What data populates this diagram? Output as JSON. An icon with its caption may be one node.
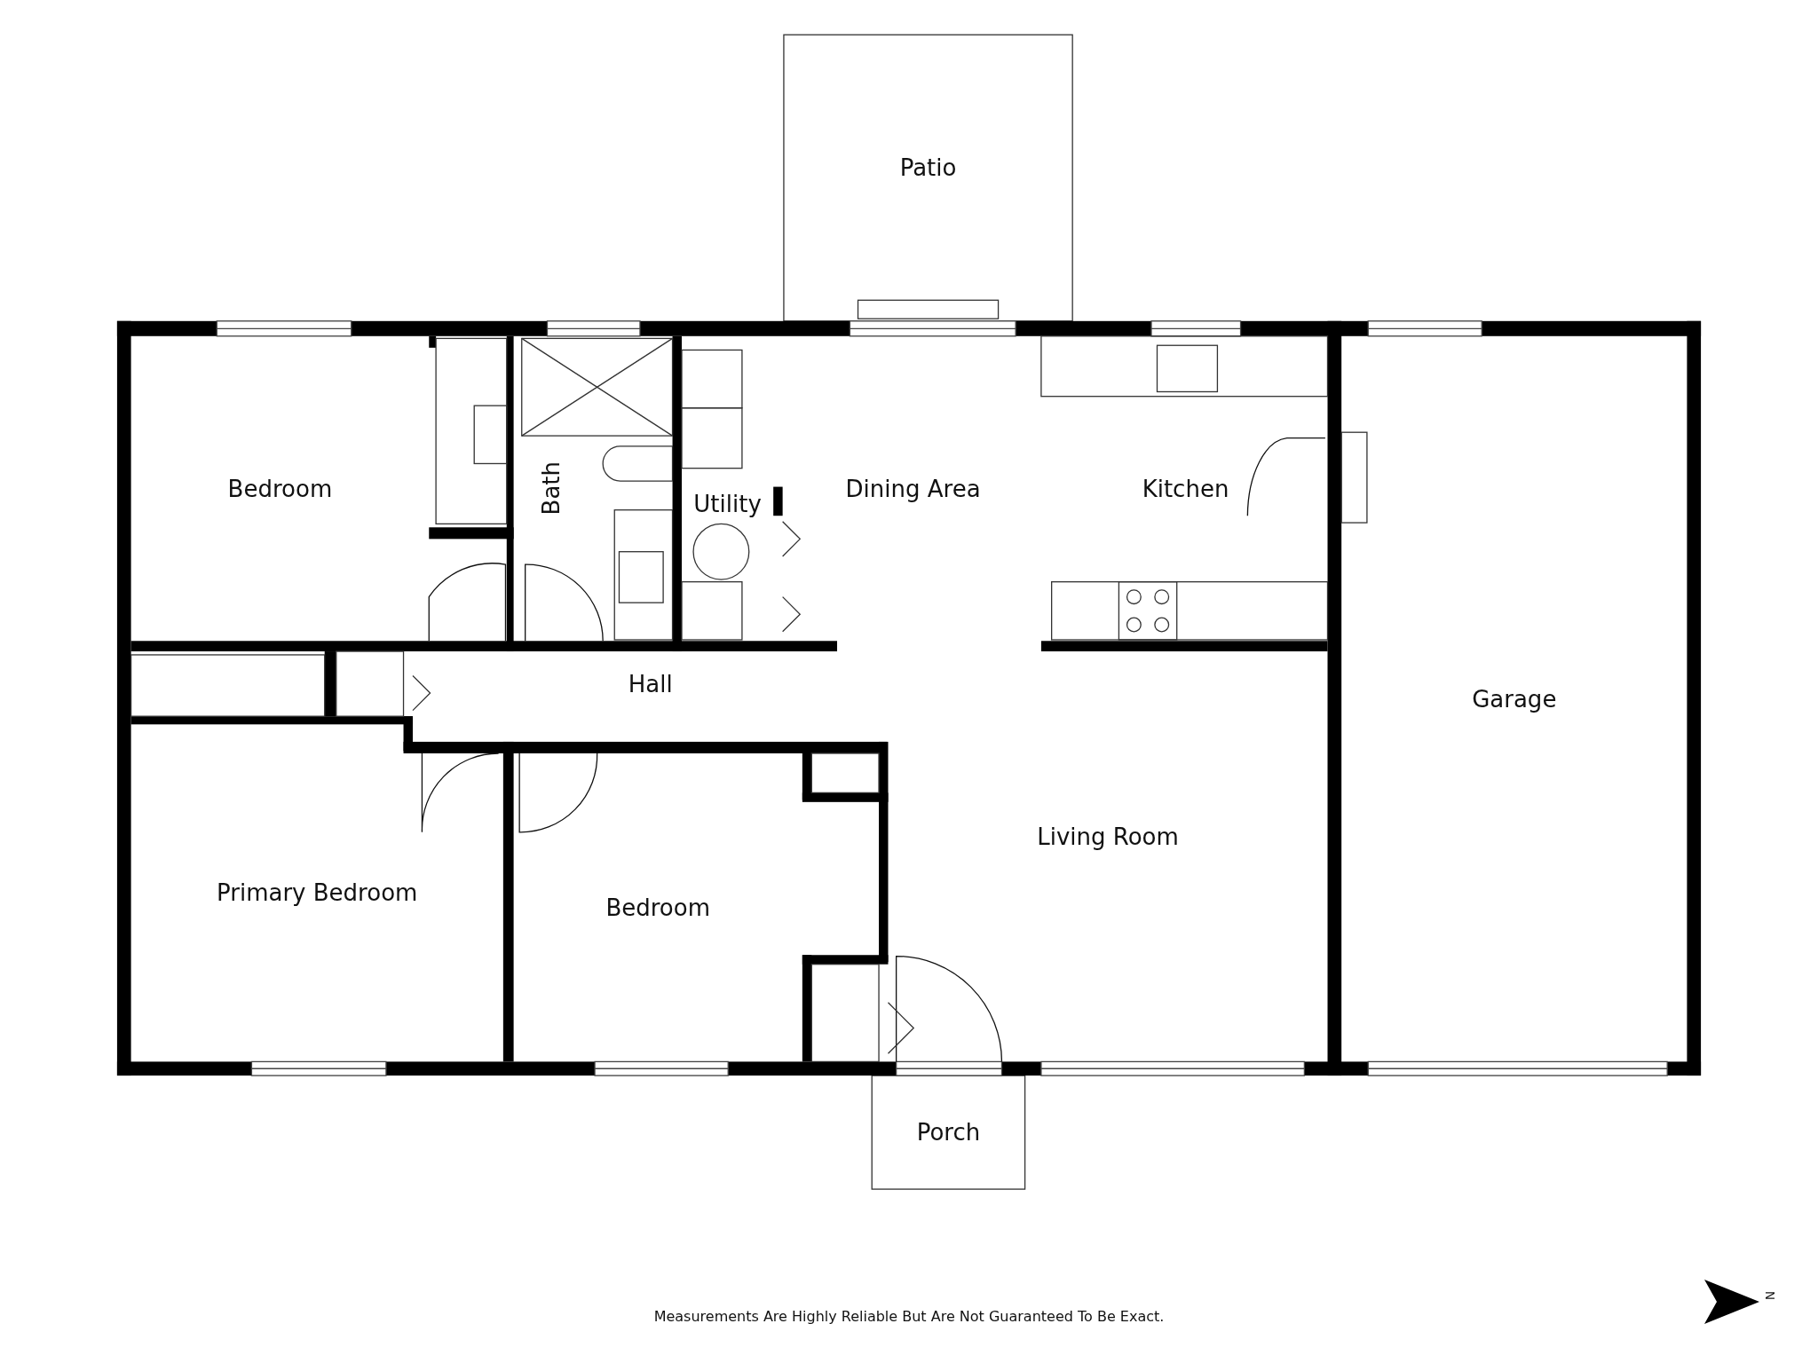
{
  "diagram": {
    "nodes": [
      {
        "text": [
          "Patio"
        ]
      },
      {
        "text": [
          "Bedroom"
        ]
      },
      {
        "text": [
          "Bath"
        ]
      },
      {
        "text": [
          "Utility"
        ]
      },
      {
        "text": [
          "Dining Area"
        ]
      },
      {
        "text": [
          "Kitchen"
        ]
      },
      {
        "text": [
          "Garage"
        ]
      },
      {
        "text": [
          "Hall"
        ]
      },
      {
        "text": [
          "Primary Bedroom"
        ]
      },
      {
        "text": [
          "Bedroom"
        ]
      },
      {
        "text": [
          "Living Room"
        ]
      },
      {
        "text": [
          "Porch"
        ]
      }
    ],
    "edges": [],
    "labels": [
      "Measurements Are Highly Reliable But Are Not Guaranteed To Be Exact.",
      "N"
    ]
  }
}
